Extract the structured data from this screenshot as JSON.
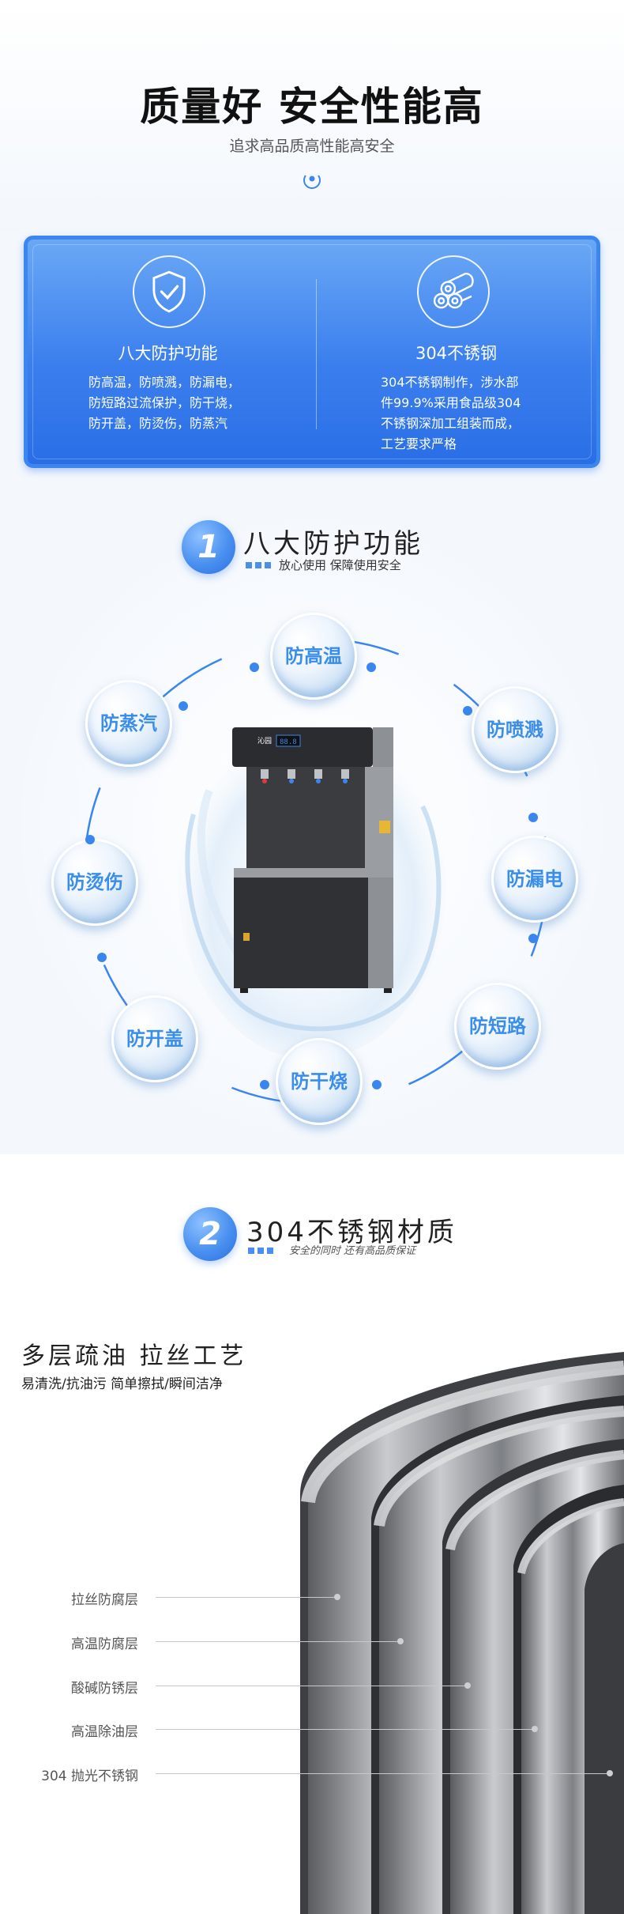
{
  "hero": {
    "title": "质量好 安全性能高",
    "subtitle": "追求高品质高性能高安全"
  },
  "features": [
    {
      "icon": "shield-check-icon",
      "title": "八大防护功能",
      "lines": [
        "防高温，防喷溅，防漏电，",
        "防短路过流保护，防干烧，",
        "防开盖，防烫伤，防蒸汽"
      ]
    },
    {
      "icon": "steel-pipes-icon",
      "title": "304不锈钢",
      "lines": [
        "304不锈钢制作，涉水部",
        "件99.9%采用食品级304",
        "不锈钢深加工组装而成，",
        "工艺要求严格"
      ]
    }
  ],
  "section1": {
    "number": "1",
    "title": "八大防护功能",
    "subtitle": "放心使用 保障使用安全"
  },
  "protections": [
    "防高温",
    "防喷溅",
    "防漏电",
    "防短路",
    "防干烧",
    "防开盖",
    "防烫伤",
    "防蒸汽"
  ],
  "machine": {
    "brand": "沁园",
    "display": "88.8"
  },
  "section2": {
    "number": "2",
    "title": "304不锈钢材质",
    "subtitle": "安全的同时 还有高品质保证"
  },
  "stainless": {
    "headline": "多层疏油 拉丝工艺",
    "tagline": "易清洗/抗油污 简单擦拭/瞬间洁净",
    "layers": [
      "拉丝防腐层",
      "高温防腐层",
      "酸碱防锈层",
      "高温除油层",
      "304 抛光不锈钢"
    ]
  },
  "colors": {
    "accent": "#3b86ee",
    "card_gradient_top": "#6aa8f5",
    "card_gradient_bottom": "#2a6ee6",
    "bubble_text": "#3a8eea"
  }
}
